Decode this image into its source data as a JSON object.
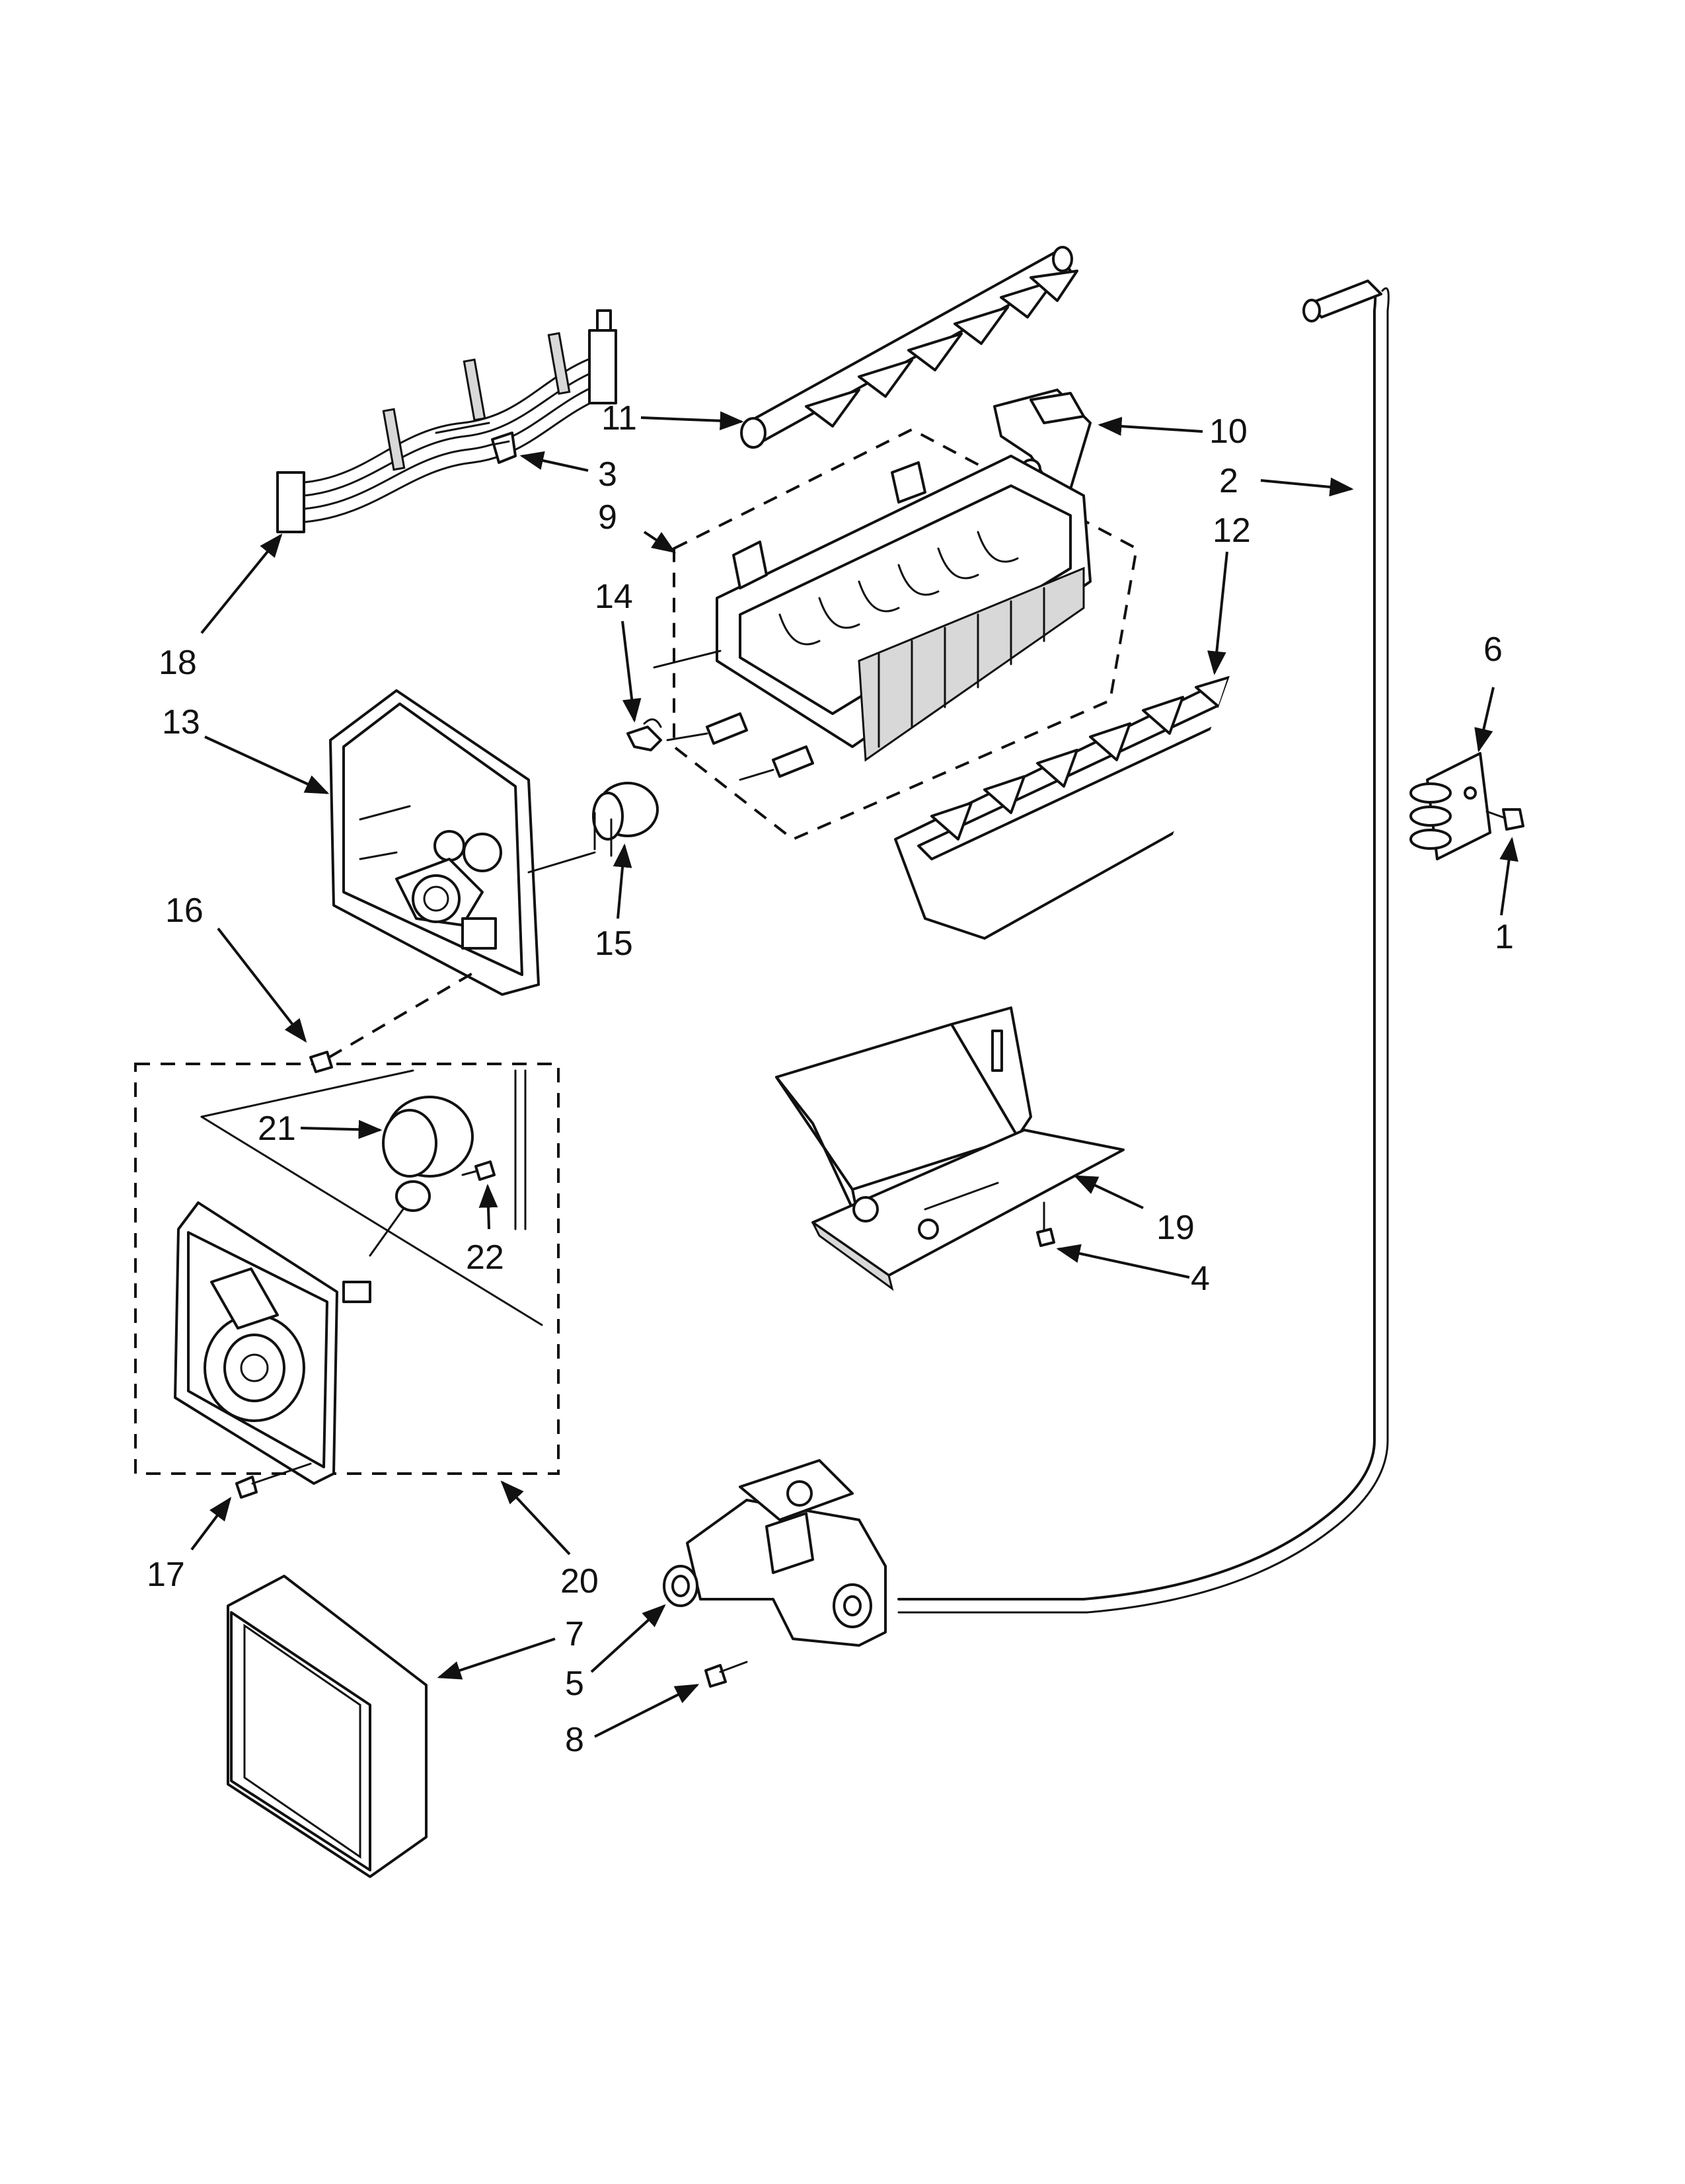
{
  "diagram": {
    "type": "exploded-parts-view",
    "callouts": [
      {
        "id": "1",
        "text": "1"
      },
      {
        "id": "2",
        "text": "2"
      },
      {
        "id": "3",
        "text": "3"
      },
      {
        "id": "4",
        "text": "4"
      },
      {
        "id": "5",
        "text": "5"
      },
      {
        "id": "6",
        "text": "6"
      },
      {
        "id": "7",
        "text": "7"
      },
      {
        "id": "8",
        "text": "8"
      },
      {
        "id": "9",
        "text": "9"
      },
      {
        "id": "10",
        "text": "10"
      },
      {
        "id": "11",
        "text": "11"
      },
      {
        "id": "12",
        "text": "12"
      },
      {
        "id": "13",
        "text": "13"
      },
      {
        "id": "14",
        "text": "14"
      },
      {
        "id": "15",
        "text": "15"
      },
      {
        "id": "16",
        "text": "16"
      },
      {
        "id": "17",
        "text": "17"
      },
      {
        "id": "18",
        "text": "18"
      },
      {
        "id": "19",
        "text": "19"
      },
      {
        "id": "20",
        "text": "20"
      },
      {
        "id": "21",
        "text": "21"
      },
      {
        "id": "22",
        "text": "22"
      }
    ],
    "parts": [
      {
        "id": "wire-harness",
        "icon": "wire-harness-icon"
      },
      {
        "id": "wire-clip",
        "icon": "clip-icon"
      },
      {
        "id": "ejector-blade",
        "icon": "ejector-blade-icon"
      },
      {
        "id": "fill-cup",
        "icon": "fill-cup-icon"
      },
      {
        "id": "ice-mold",
        "icon": "ice-mold-icon"
      },
      {
        "id": "stripper",
        "icon": "stripper-icon"
      },
      {
        "id": "control-housing",
        "icon": "control-housing-icon"
      },
      {
        "id": "thermostat-clip",
        "icon": "thermostat-clip-icon"
      },
      {
        "id": "thermostat",
        "icon": "thermostat-icon"
      },
      {
        "id": "motor-module",
        "icon": "motor-module-icon"
      },
      {
        "id": "motor",
        "icon": "motor-icon"
      },
      {
        "id": "housing-cover",
        "icon": "cover-icon"
      },
      {
        "id": "ice-tray-shield",
        "icon": "shield-icon"
      },
      {
        "id": "fill-tube",
        "icon": "tube-icon"
      },
      {
        "id": "tube-bracket",
        "icon": "bracket-icon"
      },
      {
        "id": "water-valve",
        "icon": "water-valve-icon"
      },
      {
        "id": "screw",
        "icon": "screw-icon"
      }
    ]
  }
}
